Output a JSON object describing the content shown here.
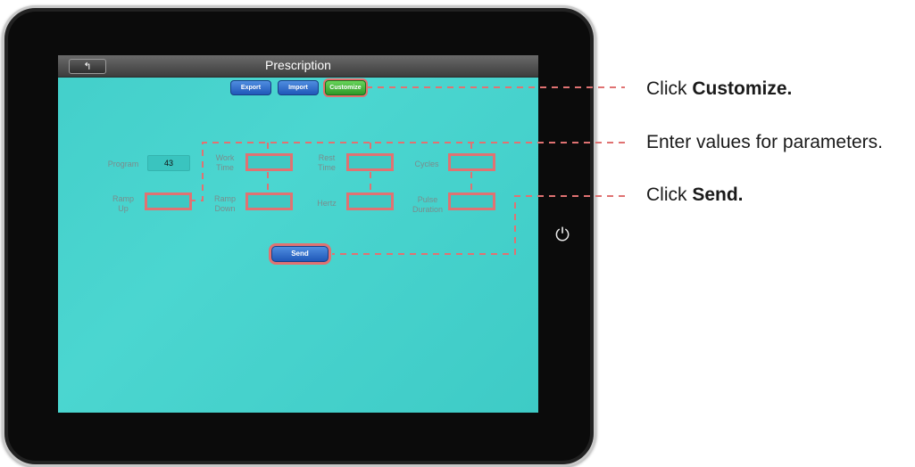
{
  "screen": {
    "title": "Prescription",
    "back_icon": "back-arrow-icon",
    "toolbar": {
      "export_label": "Export",
      "import_label": "Import",
      "customize_label": "Customize"
    },
    "form": {
      "program_label": "Program",
      "program_value": "43",
      "work_time_label_1": "Work",
      "work_time_label_2": "Time",
      "rest_time_label_1": "Rest",
      "rest_time_label_2": "Time",
      "cycles_label": "Cycles",
      "ramp_up_label_1": "Ramp",
      "ramp_up_label_2": "Up",
      "ramp_down_label_1": "Ramp",
      "ramp_down_label_2": "Down",
      "hertz_label": "Hertz",
      "pulse_duration_label_1": "Pulse",
      "pulse_duration_label_2": "Duration"
    },
    "send_label": "Send"
  },
  "device": {
    "home_icon": "power-icon"
  },
  "callouts": [
    {
      "prefix": "Click ",
      "bold": "Customize.",
      "suffix": ""
    },
    {
      "prefix": "Enter values for parameters.",
      "bold": "",
      "suffix": ""
    },
    {
      "prefix": "Click ",
      "bold": "Send.",
      "suffix": ""
    }
  ],
  "colors": {
    "highlight": "#e07272",
    "screen_bg": "#45d0cb",
    "button_blue": "#2a66c4",
    "button_green": "#3fae35"
  }
}
